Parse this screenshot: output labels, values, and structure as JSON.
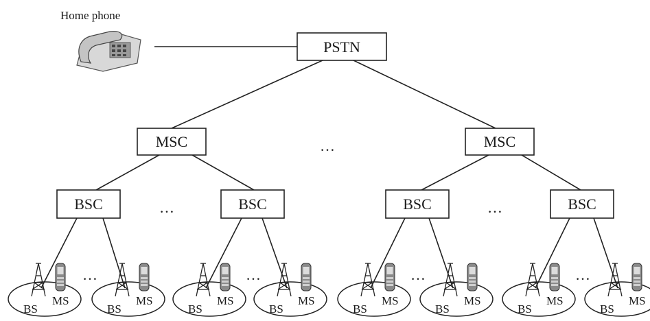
{
  "home_phone_label": "Home phone",
  "pstn_label": "PSTN",
  "msc_label": "MSC",
  "bsc_label": "BSC",
  "bs_label": "BS",
  "ms_label": "MS",
  "ellipsis": "…"
}
